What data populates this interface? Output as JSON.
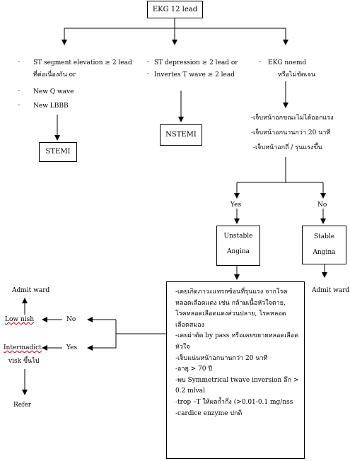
{
  "top_box": "EKG 12 lead",
  "branch_left": {
    "items": [
      "ST segment elevation ≥ 2 lead",
      "ที่ต่อเนื่องกัน or",
      "New Q wave",
      "New LBBB"
    ],
    "result": "STEMI"
  },
  "branch_mid": {
    "items": [
      "ST depression ≥ 2 lead or",
      "Invertes T wave ≥ 2 lead"
    ],
    "result": "NSTEMI"
  },
  "branch_right": {
    "items": [
      "EKG noemd",
      "หรือไม่ชัดเจน"
    ],
    "questions": [
      "-เจ็บหน้าอกขณะไม่ได้ออกแรง",
      "-เจ็บหน้าอกนานกว่า 20 นาที",
      "-เจ็บหน้าอกถี่ / รุนแรงขึ้น"
    ]
  },
  "yes_label": "Yes",
  "no_label": "No",
  "unstable": [
    "Unstable",
    "Angina"
  ],
  "stable": [
    "Stable",
    "Angina"
  ],
  "admit_ward": "Admit ward",
  "criteria": [
    "-เคยเกิดภาวะแทรกซ้อนที่รุนแรง จากโรค",
    "หลอดเลือดแดง เช่น กล้ามเนื้อหัวใจตาย,",
    "โรคหลอดเลือดแดงส่วนปลาย, โรคหลอด",
    "เลือดสมอง",
    "-เคยผ่าตัด by pass หรือเคยขยายหลอดเลือด",
    "หัวใจ",
    "-เจ็บแน่นหน้าอกนานกว่า 20 นาที",
    "-อายุ > 70 ปี",
    "-พบ Symmetrical twave inversion ลึก >",
    "0.2 mlval",
    "-trop –T ให้ผลก้ำกึ่ง (>0.01-0.1 mg/nss",
    "-cardice enzyme ปกติ"
  ],
  "left_flow": {
    "admit": "Admit ward",
    "low_risk": "Low nish",
    "no": "No",
    "yes": "Yes",
    "intermediate": [
      "Intermadict",
      "visk ขึ้นไป"
    ],
    "refer": "Refer"
  }
}
